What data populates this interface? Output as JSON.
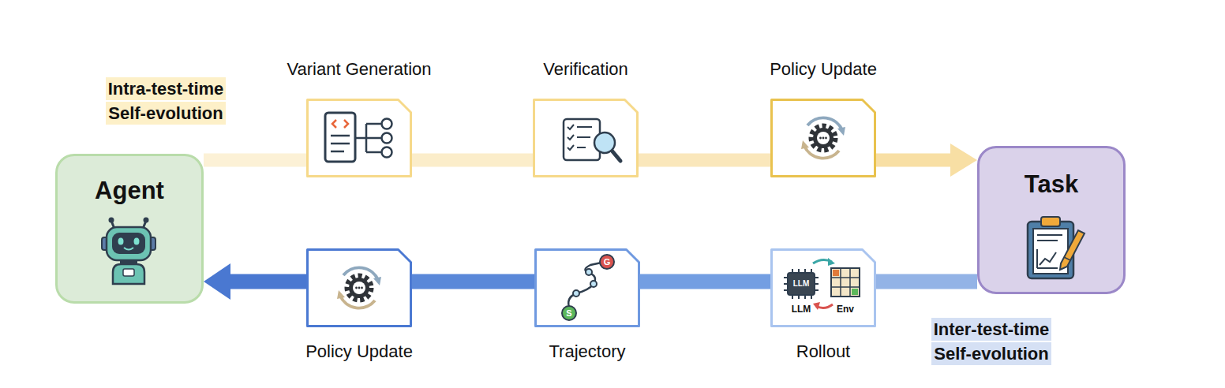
{
  "diagram": {
    "nodes": [
      {
        "text": [
          "Agent"
        ]
      },
      {
        "text": [
          "Variant Generation"
        ]
      },
      {
        "text": [
          "Verification"
        ]
      },
      {
        "text": [
          "Policy Update"
        ]
      },
      {
        "text": [
          "Task"
        ]
      },
      {
        "text": [
          "Policy Update"
        ]
      },
      {
        "text": [
          "Trajectory"
        ]
      },
      {
        "text": [
          "Rollout"
        ]
      }
    ],
    "edges": [
      {
        "from": 0,
        "to": 1,
        "arrow": "none"
      },
      {
        "from": 1,
        "to": 2,
        "arrow": "none"
      },
      {
        "from": 2,
        "to": 3,
        "arrow": "none"
      },
      {
        "from": 3,
        "to": 4,
        "arrow": "to"
      },
      {
        "from": 4,
        "to": 7,
        "arrow": "none"
      },
      {
        "from": 7,
        "to": 6,
        "arrow": "none"
      },
      {
        "from": 6,
        "to": 5,
        "arrow": "none"
      },
      {
        "from": 5,
        "to": 0,
        "arrow": "to"
      }
    ],
    "labels": [
      "Intra-test-time Self-evolution",
      "Inter-test-time Self-evolution",
      "LLM",
      "LLM",
      "Env",
      "G",
      "S"
    ]
  }
}
